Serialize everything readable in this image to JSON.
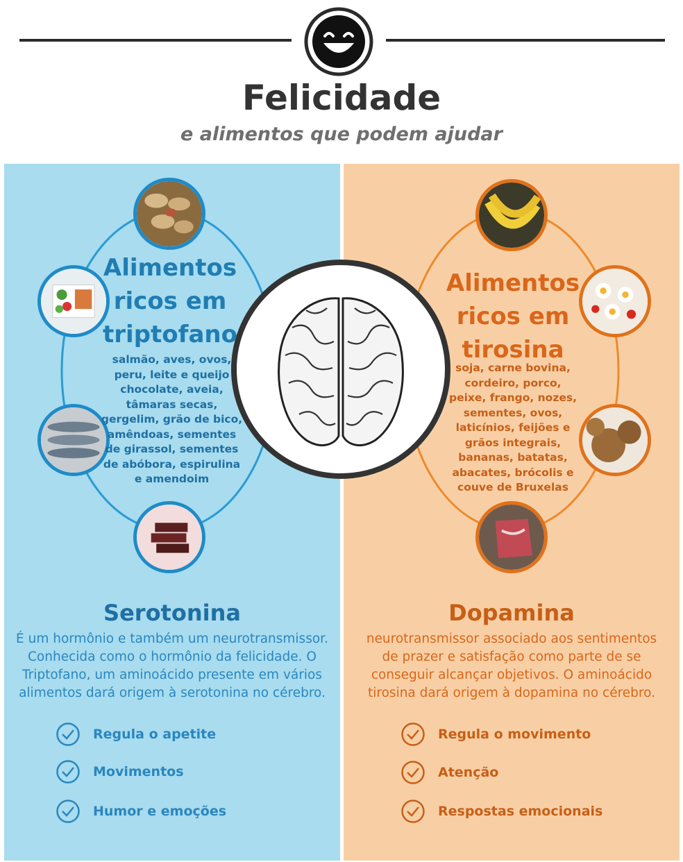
{
  "header": {
    "title": "Felicidade",
    "subtitle": "e alimentos que podem ajudar",
    "icon": "smiley-icon"
  },
  "colors": {
    "left_panel": "#a8dcee",
    "right_panel": "#f8cfa5",
    "blue_text": "#1f6fa3",
    "orange_text": "#c75f17"
  },
  "left": {
    "heading": [
      "Alimentos",
      "ricos em",
      "triptofano"
    ],
    "foods": [
      "salmão, aves, ovos,",
      "peru, leite e queijo",
      "chocolate, aveia,",
      "tâmaras secas,",
      "gergelim, grão de bico,",
      "amêndoas, sementes",
      "de girassol, sementes",
      "de abóbora, espirulina",
      "e amendoim"
    ],
    "hormone": "Serotonina",
    "description": [
      "É um hormônio e também um neurotransmissor.",
      "Conhecida como o hormônio da felicidade. O",
      "Triptofano, um aminoácido presente em vários",
      "alimentos dará origem à serotonina no cérebro."
    ],
    "bullets": [
      "Regula o apetite",
      "Movimentos",
      "Humor e emoções"
    ],
    "images": [
      "peanuts-image",
      "salad-image",
      "sardines-image",
      "chocolate-image"
    ]
  },
  "right": {
    "heading": [
      "Alimentos",
      "ricos em",
      "tirosina"
    ],
    "foods": [
      "soja, carne bovina,",
      "cordeiro, porco,",
      "peixe, frango, nozes,",
      "sementes, ovos,",
      "laticínios, feijões e",
      "grãos integrais,",
      "bananas, batatas,",
      "abacates, brócolis e",
      "couve de Bruxelas"
    ],
    "hormone": "Dopamina",
    "description": [
      "neurotransmissor associado aos sentimentos",
      "de prazer e satisfação como parte de se",
      "conseguir alcançar objetivos. O aminoácido",
      "tirosina dará origem à dopamina no cérebro."
    ],
    "bullets": [
      "Regula o movimento",
      "Atenção",
      "Respostas emocionais"
    ],
    "images": [
      "bananas-image",
      "eggs-image",
      "walnuts-image",
      "meat-image"
    ]
  },
  "center_image": "brain-image"
}
